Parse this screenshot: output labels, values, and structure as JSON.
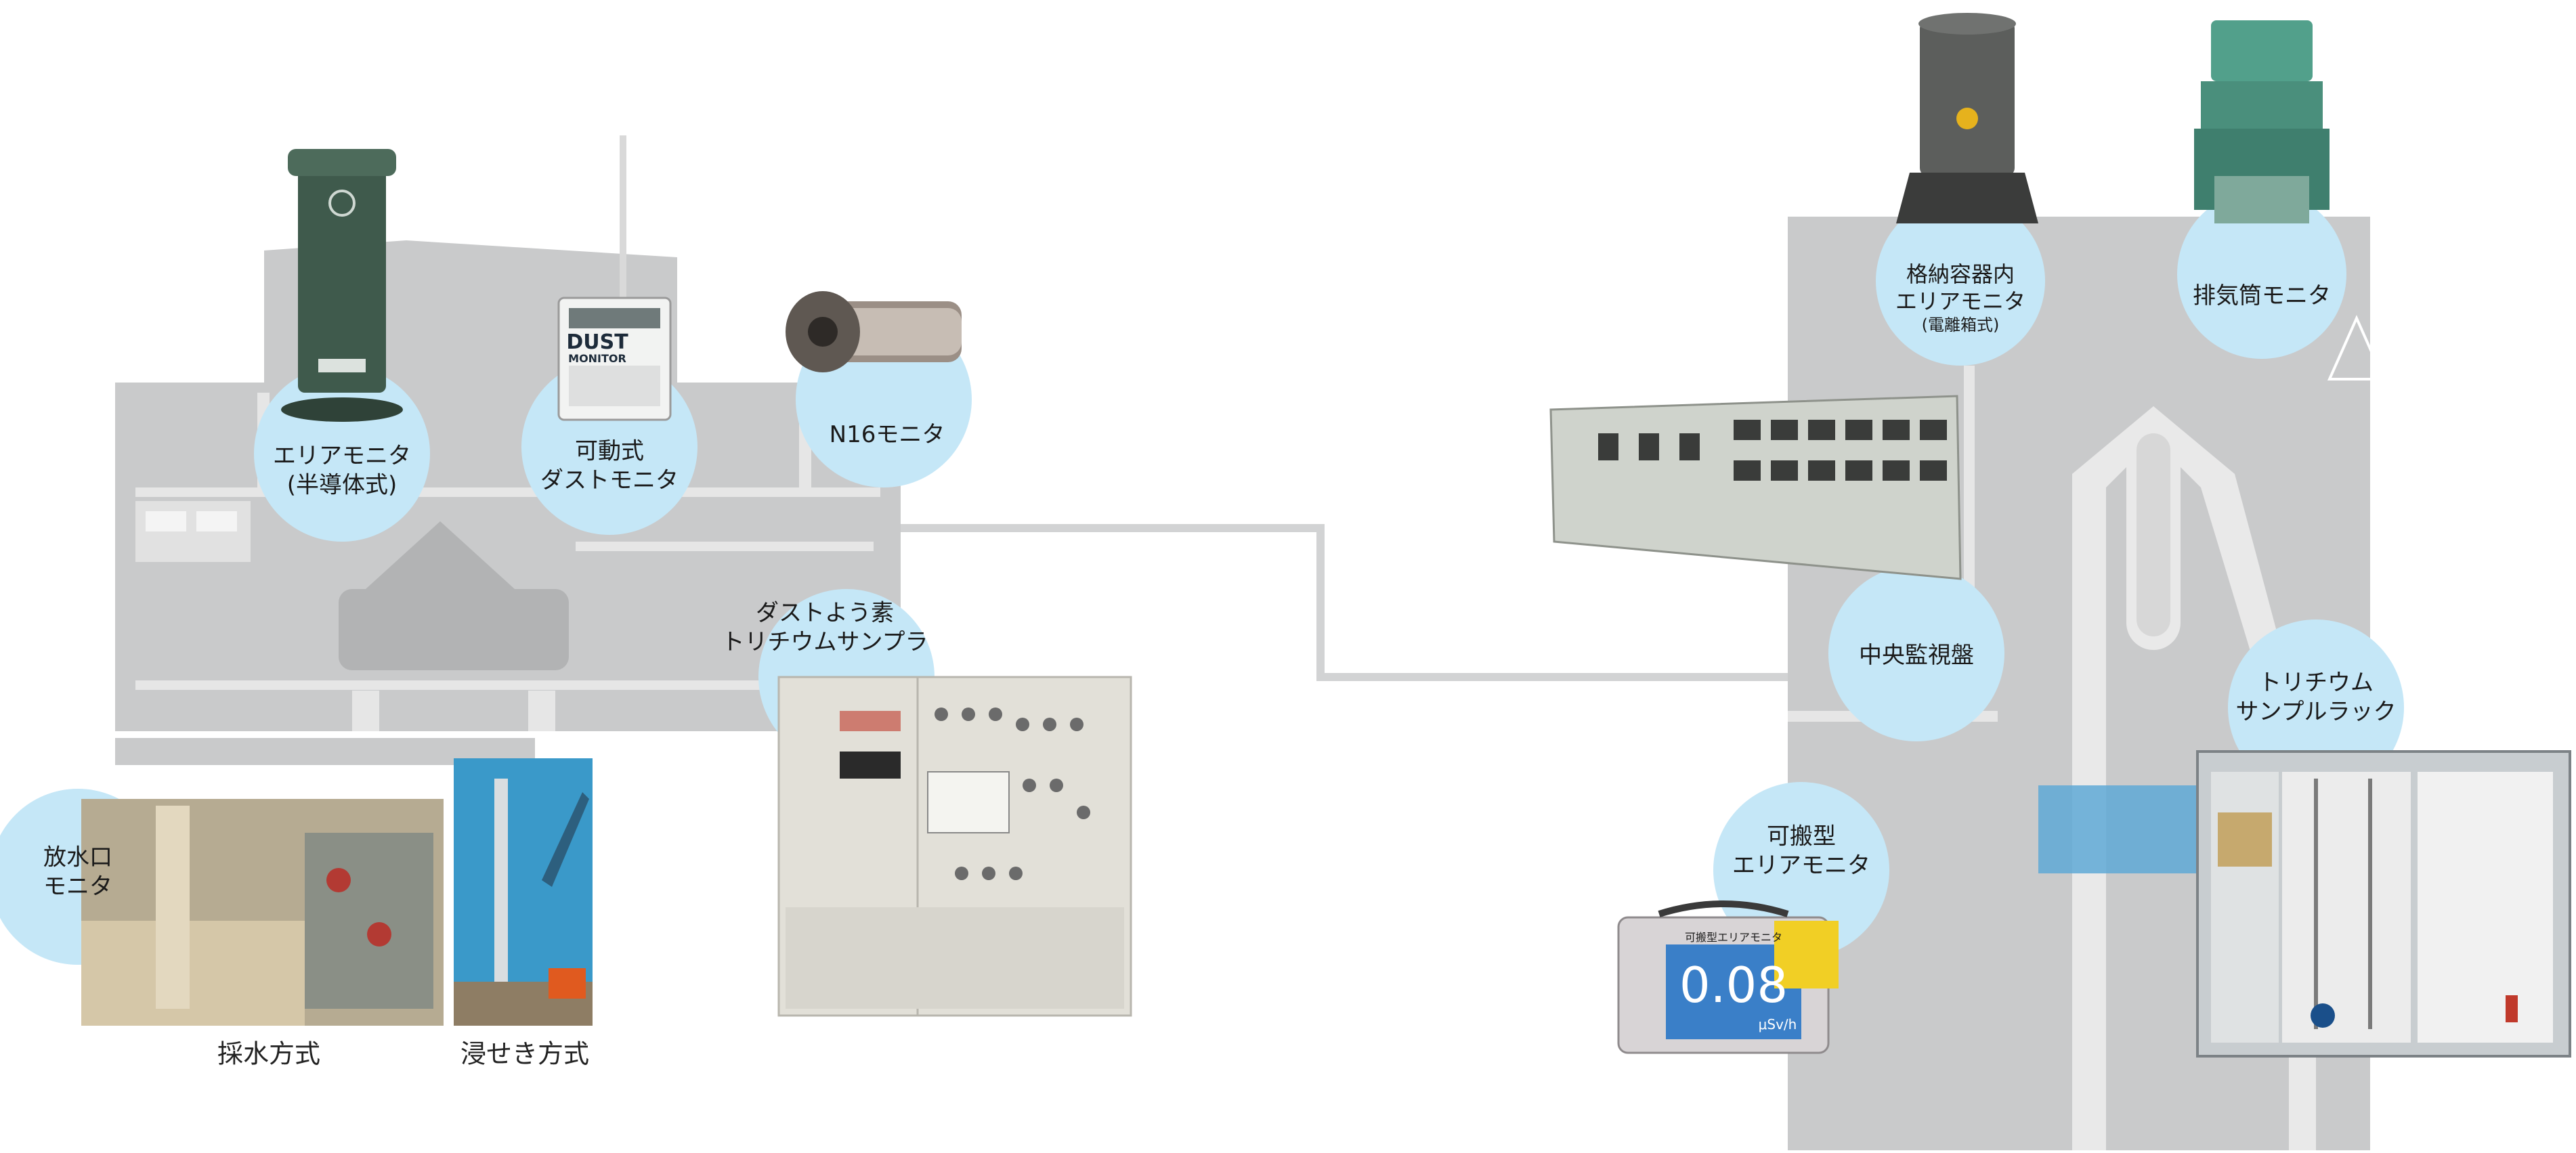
{
  "colors": {
    "building_gray": "#c9cacb",
    "building_dark": "#b2b3b4",
    "pipe_gray": "#d2d3d4",
    "bubble_blue": "#c5e7f7",
    "water_blue": "#5fa9d6",
    "panel_beige": "#e2e0d8",
    "equip_green": "#3f5a4c"
  },
  "labels": {
    "area_monitor_semi": [
      "エリアモニタ",
      "(半導体式)"
    ],
    "dust_monitor": [
      "可動式",
      "ダストモニタ"
    ],
    "n16_monitor": [
      "N16モニタ"
    ],
    "iodine_sampler": [
      "ダストよう素",
      "トリチウムサンプラ"
    ],
    "outlet_monitor": [
      "放水口",
      "モニタ"
    ],
    "containment_area": [
      "格納容器内",
      "エリアモニタ",
      "(電離箱式)"
    ],
    "stack_monitor": [
      "排気筒モニタ"
    ],
    "central_panel": [
      "中央監視盤"
    ],
    "tritium_rack": [
      "トリチウム",
      "サンプルラック"
    ],
    "portable_area": [
      "可搬型",
      "エリアモニタ"
    ]
  },
  "captions": {
    "sampling": "採水方式",
    "immersion": "浸せき方式"
  },
  "device_text": {
    "dust_brand": "DUST",
    "dust_sub": "MONITOR",
    "portable_reading": "0.08",
    "portable_unit": "μSv/h",
    "portable_header": "可搬型エリアモニタ"
  }
}
